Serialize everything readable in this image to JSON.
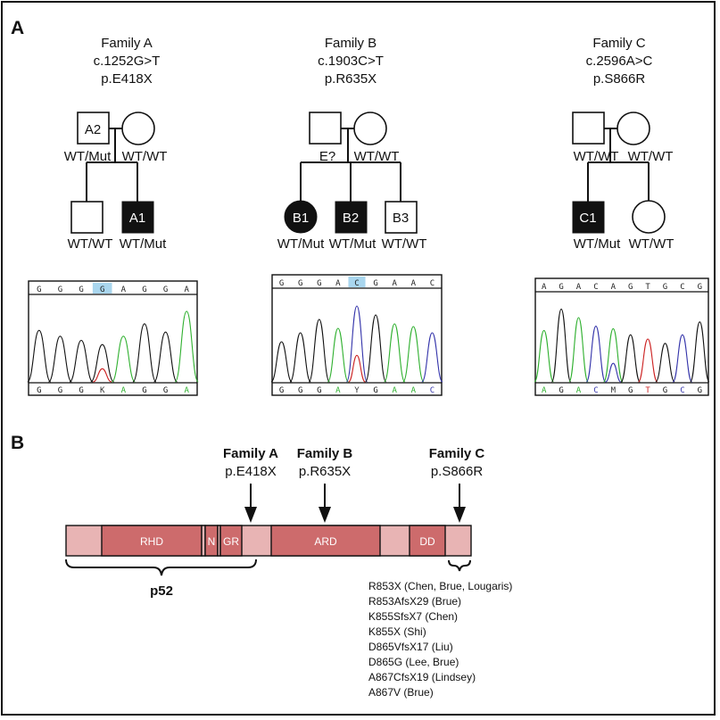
{
  "panels": {
    "a": "A",
    "b": "B"
  },
  "families": [
    {
      "name": "Family A",
      "cdna": "c.1252G>T",
      "protein": "p.E418X",
      "father_label": "A2",
      "father_geno": "WT/Mut",
      "mother_geno": "WT/WT",
      "children": [
        {
          "label": "",
          "geno": "WT/WT"
        },
        {
          "label": "A1",
          "geno": "WT/Mut"
        }
      ],
      "top_seq": [
        "G",
        "G",
        "G",
        "G",
        "A",
        "G",
        "G",
        "A"
      ],
      "top_highlight": 3,
      "bottom_seq": [
        "G",
        "G",
        "G",
        "K",
        "A",
        "G",
        "G",
        "A"
      ]
    },
    {
      "name": "Family B",
      "cdna": "c.1903C>T",
      "protein": "p.R635X",
      "father_label": "",
      "father_geno": "E?",
      "mother_geno": "WT/WT",
      "children": [
        {
          "label": "B1",
          "geno": "WT/Mut"
        },
        {
          "label": "B2",
          "geno": "WT/Mut"
        },
        {
          "label": "B3",
          "geno": "WT/WT"
        }
      ],
      "top_seq": [
        "G",
        "G",
        "G",
        "A",
        "C",
        "G",
        "A",
        "A",
        "C"
      ],
      "top_highlight": 4,
      "bottom_seq": [
        "G",
        "G",
        "G",
        "A",
        "Y",
        "G",
        "A",
        "A",
        "C"
      ]
    },
    {
      "name": "Family C",
      "cdna": "c.2596A>C",
      "protein": "p.S866R",
      "father_label": "",
      "father_geno": "WT/WT",
      "mother_geno": "WT/WT",
      "children": [
        {
          "label": "C1",
          "geno": "WT/Mut"
        },
        {
          "label": "",
          "geno": "WT/WT"
        }
      ],
      "top_seq": [
        "A",
        "G",
        "A",
        "C",
        "A",
        "G",
        "T",
        "G",
        "C",
        "G"
      ],
      "top_highlight": -1,
      "bottom_seq": [
        "A",
        "G",
        "A",
        "C",
        "M",
        "G",
        "T",
        "G",
        "C",
        "G"
      ]
    }
  ],
  "protein_map": {
    "domains": [
      {
        "label": "RHD"
      },
      {
        "label": "N"
      },
      {
        "label": "GR"
      },
      {
        "label": "ARD"
      },
      {
        "label": "DD"
      }
    ],
    "arrows": [
      {
        "family": "Family A",
        "mutation": "p.E418X"
      },
      {
        "family": "Family B",
        "mutation": "p.R635X"
      },
      {
        "family": "Family C",
        "mutation": "p.S866R"
      }
    ],
    "p52_label": "p52",
    "reported_mutations": [
      "R853X (Chen, Brue, Lougaris)",
      "R853AfsX29 (Brue)",
      "K855SfsX7 (Chen)",
      "K855X (Shi)",
      "D865VfsX17 (Liu)",
      "D865G (Lee, Brue)",
      "A867CfsX19 (Lindsey)",
      "A867V (Brue)"
    ]
  },
  "colors": {
    "domain": "#cd6b6c",
    "linker": "#e8b4b4",
    "highlight": "#a9d6ee",
    "trace_g": "#111111",
    "trace_a": "#2fb02f",
    "trace_c": "#3333aa",
    "trace_t": "#cc2222"
  }
}
